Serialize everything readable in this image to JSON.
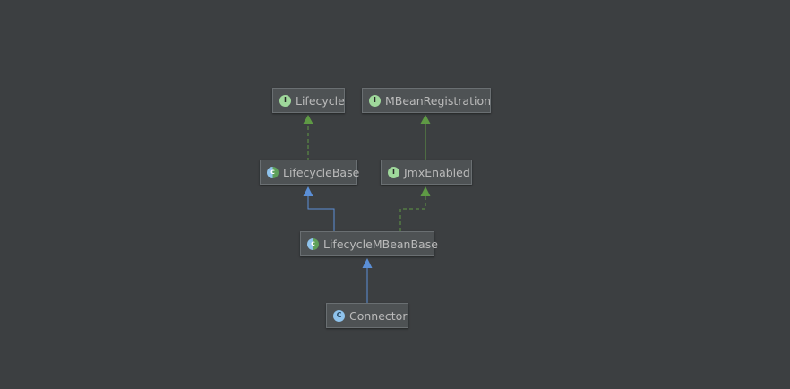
{
  "diagram": {
    "nodes": [
      {
        "id": "lifecycle",
        "label": "Lifecycle",
        "kind": "interface",
        "kind_glyph": "I",
        "kind_icon": "interface-icon"
      },
      {
        "id": "mbeanregistration",
        "label": "MBeanRegistration",
        "kind": "interface",
        "kind_glyph": "I",
        "kind_icon": "interface-icon"
      },
      {
        "id": "lifecyclebase",
        "label": "LifecycleBase",
        "kind": "abstract-class",
        "kind_glyph": "c",
        "kind_icon": "abstract-class-icon"
      },
      {
        "id": "jmxenabled",
        "label": "JmxEnabled",
        "kind": "interface",
        "kind_glyph": "I",
        "kind_icon": "interface-icon"
      },
      {
        "id": "lifecyclembeanbase",
        "label": "LifecycleMBeanBase",
        "kind": "abstract-class",
        "kind_glyph": "c",
        "kind_icon": "abstract-class-icon"
      },
      {
        "id": "connector",
        "label": "Connector",
        "kind": "class",
        "kind_glyph": "C",
        "kind_icon": "class-icon"
      }
    ],
    "edges": [
      {
        "from": "lifecyclebase",
        "to": "lifecycle",
        "relation": "implements"
      },
      {
        "from": "jmxenabled",
        "to": "mbeanregistration",
        "relation": "extends"
      },
      {
        "from": "lifecyclembeanbase",
        "to": "lifecyclebase",
        "relation": "extends"
      },
      {
        "from": "lifecyclembeanbase",
        "to": "jmxenabled",
        "relation": "implements"
      },
      {
        "from": "connector",
        "to": "lifecyclembeanbase",
        "relation": "extends"
      }
    ],
    "colors": {
      "background": "#3c3f41",
      "node_fill": "#4e5254",
      "node_border": "#6a6f72",
      "label": "#bbbbbb",
      "class_extends_edge": "#5b8fd6",
      "interface_edge": "#5f9a45"
    }
  }
}
